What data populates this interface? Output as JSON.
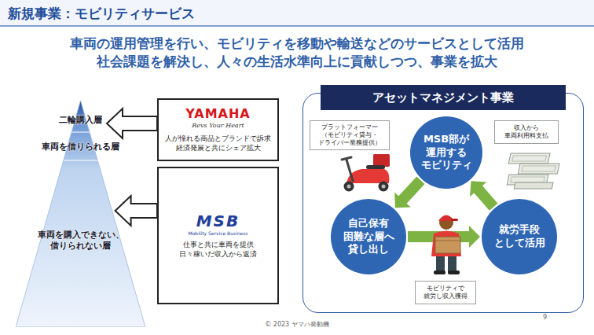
{
  "diagram": {
    "title": "新規事業：モビリティサービス",
    "nodes": [
      {
        "text": [
          "二輪購入層",
          "車両を借りられる層",
          "車両を購入できない、 借りられない層"
        ]
      },
      {
        "text": [
          "YAMAHA",
          "Revs Your Heart",
          "人が憧れる商品とブランドで訴求 経済発展と共にシェア拡大"
        ]
      },
      {
        "text": [
          "MSB",
          "Mobility Service Business",
          "仕事と共に車両を提供 日々稼いだ収入から返済"
        ]
      },
      {
        "text": [
          "アセットマネジメント事業"
        ]
      },
      {
        "text": [
          "プラットフォーマー （モビリティ貸与・ ドライバー業務提供）"
        ],
        "in": 3
      },
      {
        "text": [
          "MSB部が 運用する モビリティ"
        ],
        "in": 3
      },
      {
        "text": [
          "収入から 車両利用料支払"
        ],
        "in": 3
      },
      {
        "text": [
          "自己保有 困難な層へ 貸し出し"
        ],
        "in": 3
      },
      {
        "text": [
          "就労手段 として活用"
        ],
        "in": 3
      },
      {
        "text": [
          "モビリティで 就労し収入獲得"
        ],
        "in": 3
      }
    ],
    "edges": [
      {
        "from": 1,
        "to": 0,
        "arrow": "to"
      },
      {
        "from": 2,
        "to": 0,
        "arrow": "to"
      },
      {
        "from": 5,
        "to": 7,
        "arrow": "to"
      },
      {
        "from": 7,
        "to": 8,
        "arrow": "to"
      },
      {
        "from": 8,
        "to": 5,
        "arrow": "to"
      }
    ],
    "labels": [
      "車両の運用管理を行い、モビリティを移動や輸送などのサービスとして活用",
      "社会課題を解決し、人々の生活水準向上に貢献しつつ、事業を拡大",
      "© 2023 ヤマハ発動機",
      "9"
    ]
  }
}
